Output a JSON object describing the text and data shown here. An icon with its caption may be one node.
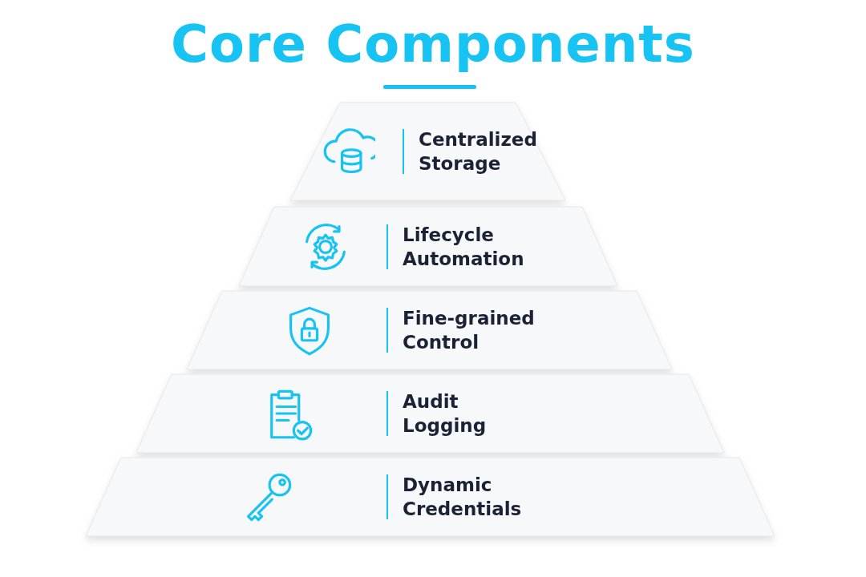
{
  "diagram": {
    "title": "Core Components",
    "nodes": [
      {
        "text": [
          "Centralized Storage"
        ]
      },
      {
        "text": [
          "Lifecycle Automation"
        ]
      },
      {
        "text": [
          "Fine-grained Control"
        ]
      },
      {
        "text": [
          "Audit Logging"
        ]
      },
      {
        "text": [
          "Dynamic Credentials"
        ]
      }
    ],
    "edges": []
  }
}
